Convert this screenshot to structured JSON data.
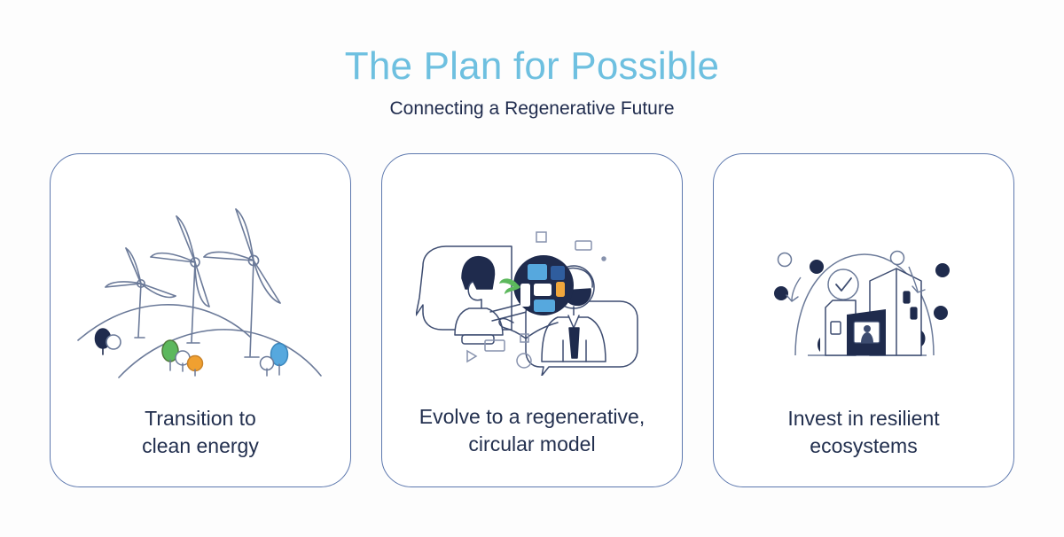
{
  "header": {
    "title": "The Plan for Possible",
    "subtitle": "Connecting a Regenerative Future",
    "title_color": "#6ec0e0",
    "subtitle_color": "#1f2b4d"
  },
  "theme": {
    "background": "#fdfdfd",
    "card_background": "#ffffff",
    "card_border": "#5d78ae",
    "accent_light_blue": "#6ec0e0",
    "navy": "#1f2b4d",
    "line_gray": "#6b7a99",
    "tree_green": "#5cb85c",
    "tree_orange": "#f0a030",
    "tree_blue": "#56a8de",
    "tile_orange": "#f0a63c"
  },
  "cards": [
    {
      "id": "transition-clean-energy",
      "caption_line1": "Transition to",
      "caption_line2": "clean energy",
      "illustration": "wind-turbines-illustration",
      "illustration_elements": [
        "wind-turbine-small",
        "wind-turbine-medium",
        "wind-turbine-large",
        "hill-back",
        "hill-front",
        "tree-navy",
        "bush-white-left",
        "tree-green",
        "bush-orange",
        "bush-white-mid",
        "tree-blue",
        "bush-white-right"
      ]
    },
    {
      "id": "regenerative-circular-model",
      "caption_line1": "Evolve to a regenerative,",
      "caption_line2": "circular model",
      "illustration": "people-exchange-illustration",
      "illustration_elements": [
        "speech-bubble-left",
        "person-left",
        "speech-bubble-right",
        "person-right-with-tie",
        "circular-tile-graphic",
        "float-square-outline",
        "float-rectangle-outline-top",
        "float-dot-small",
        "float-rectangle-outline-bottom",
        "float-square-small",
        "float-circle-outline",
        "float-triangle-outline"
      ]
    },
    {
      "id": "invest-resilient-ecosystems",
      "caption_line1": "Invest in resilient",
      "caption_line2": "ecosystems",
      "illustration": "resilient-buildings-illustration",
      "illustration_elements": [
        "protective-dome-arc",
        "checkmark-badge",
        "building-left",
        "building-center-dark",
        "building-right",
        "dot-outline-top-left",
        "dot-filled-upper-left",
        "dot-filled-left",
        "dot-outline-top-right",
        "dot-filled-upper-right",
        "dot-filled-right",
        "arrow-curve-left",
        "arrow-curve-right"
      ]
    }
  ]
}
